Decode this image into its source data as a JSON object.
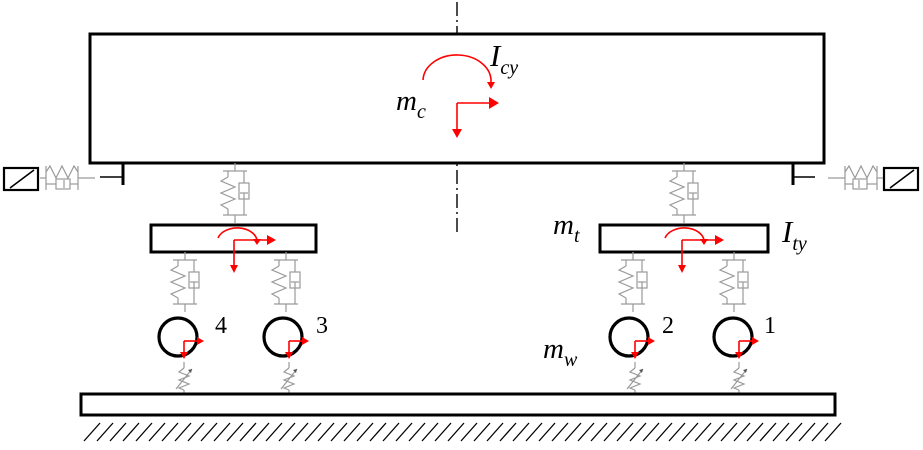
{
  "labels": {
    "carbody_mass": {
      "main": "m",
      "sub": "c"
    },
    "carbody_inertia": {
      "main": "I",
      "sub": "cy"
    },
    "bogie_mass": {
      "main": "m",
      "sub": "t"
    },
    "bogie_inertia": {
      "main": "I",
      "sub": "ty"
    },
    "wheel_mass": {
      "main": "m",
      "sub": "w"
    }
  },
  "wheel_numbers": [
    "4",
    "3",
    "2",
    "1"
  ],
  "colors": {
    "outline": "#000000",
    "suspension": "#9a9a9a",
    "dof": "#ff0000",
    "background": "#ffffff"
  }
}
